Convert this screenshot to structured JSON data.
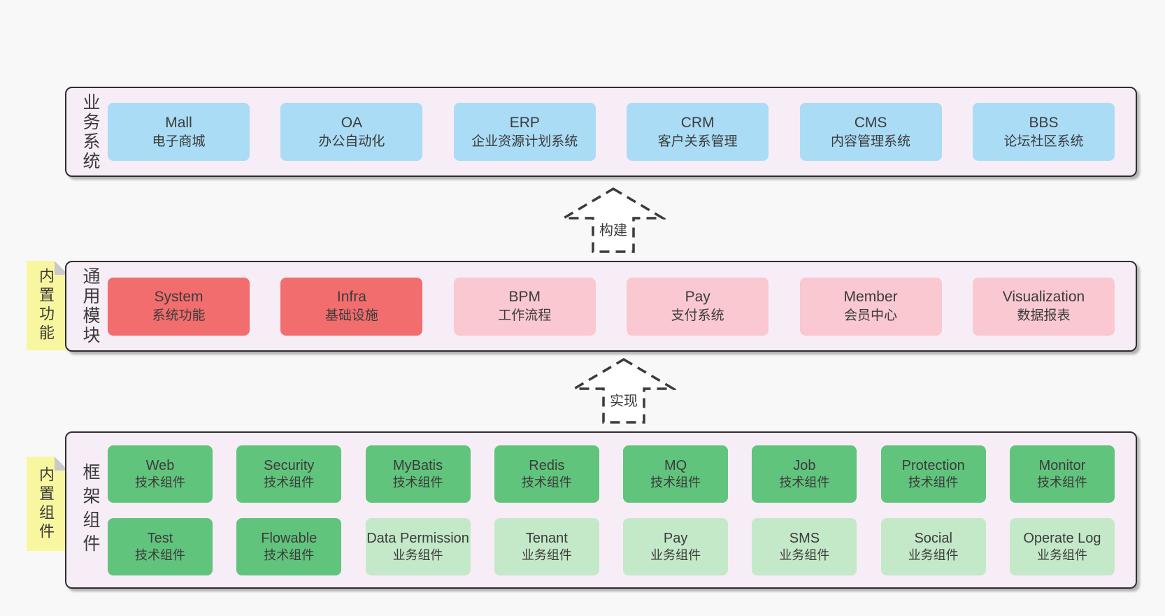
{
  "colors": {
    "page_bg": "#f8f8f8",
    "container_bg": "#f7edf6",
    "container_border": "#2e2e2e",
    "note_yellow": "#f9f6a0",
    "note_fold": "#c9c9c9",
    "box_blue": "#abdcf5",
    "box_red": "#f26d6d",
    "box_pink": "#f9c8d0",
    "box_green": "#61c47c",
    "box_lightgreen": "#c4e9c8",
    "text": "#3b3b3b"
  },
  "arrows": [
    {
      "label": "构建"
    },
    {
      "label": "实现"
    }
  ],
  "layers": {
    "business": {
      "label": "业务系统",
      "boxes": [
        {
          "name": "Mall",
          "subtitle": "电子商城",
          "variant": "blue"
        },
        {
          "name": "OA",
          "subtitle": "办公自动化",
          "variant": "blue"
        },
        {
          "name": "ERP",
          "subtitle": "企业资源计划系统",
          "variant": "blue"
        },
        {
          "name": "CRM",
          "subtitle": "客户关系管理",
          "variant": "blue"
        },
        {
          "name": "CMS",
          "subtitle": "内容管理系统",
          "variant": "blue"
        },
        {
          "name": "BBS",
          "subtitle": "论坛社区系统",
          "variant": "blue"
        }
      ]
    },
    "modules": {
      "label": "通用模块",
      "tag": "内置功能",
      "boxes": [
        {
          "name": "System",
          "subtitle": "系统功能",
          "variant": "red"
        },
        {
          "name": "Infra",
          "subtitle": "基础设施",
          "variant": "red"
        },
        {
          "name": "BPM",
          "subtitle": "工作流程",
          "variant": "pink"
        },
        {
          "name": "Pay",
          "subtitle": "支付系统",
          "variant": "pink"
        },
        {
          "name": "Member",
          "subtitle": "会员中心",
          "variant": "pink"
        },
        {
          "name": "Visualization",
          "subtitle": "数据报表",
          "variant": "pink"
        }
      ]
    },
    "components": {
      "label": "框架组件",
      "tag": "内置组件",
      "rows": [
        [
          {
            "name": "Web",
            "subtitle": "技术组件",
            "variant": "green"
          },
          {
            "name": "Security",
            "subtitle": "技术组件",
            "variant": "green"
          },
          {
            "name": "MyBatis",
            "subtitle": "技术组件",
            "variant": "green"
          },
          {
            "name": "Redis",
            "subtitle": "技术组件",
            "variant": "green"
          },
          {
            "name": "MQ",
            "subtitle": "技术组件",
            "variant": "green"
          },
          {
            "name": "Job",
            "subtitle": "技术组件",
            "variant": "green"
          },
          {
            "name": "Protection",
            "subtitle": "技术组件",
            "variant": "green"
          },
          {
            "name": "Monitor",
            "subtitle": "技术组件",
            "variant": "green"
          }
        ],
        [
          {
            "name": "Test",
            "subtitle": "技术组件",
            "variant": "green"
          },
          {
            "name": "Flowable",
            "subtitle": "技术组件",
            "variant": "green"
          },
          {
            "name": "Data Permission",
            "subtitle": "业务组件",
            "variant": "lightgreen"
          },
          {
            "name": "Tenant",
            "subtitle": "业务组件",
            "variant": "lightgreen"
          },
          {
            "name": "Pay",
            "subtitle": "业务组件",
            "variant": "lightgreen"
          },
          {
            "name": "SMS",
            "subtitle": "业务组件",
            "variant": "lightgreen"
          },
          {
            "name": "Social",
            "subtitle": "业务组件",
            "variant": "lightgreen"
          },
          {
            "name": "Operate Log",
            "subtitle": "业务组件",
            "variant": "lightgreen"
          }
        ]
      ]
    }
  }
}
